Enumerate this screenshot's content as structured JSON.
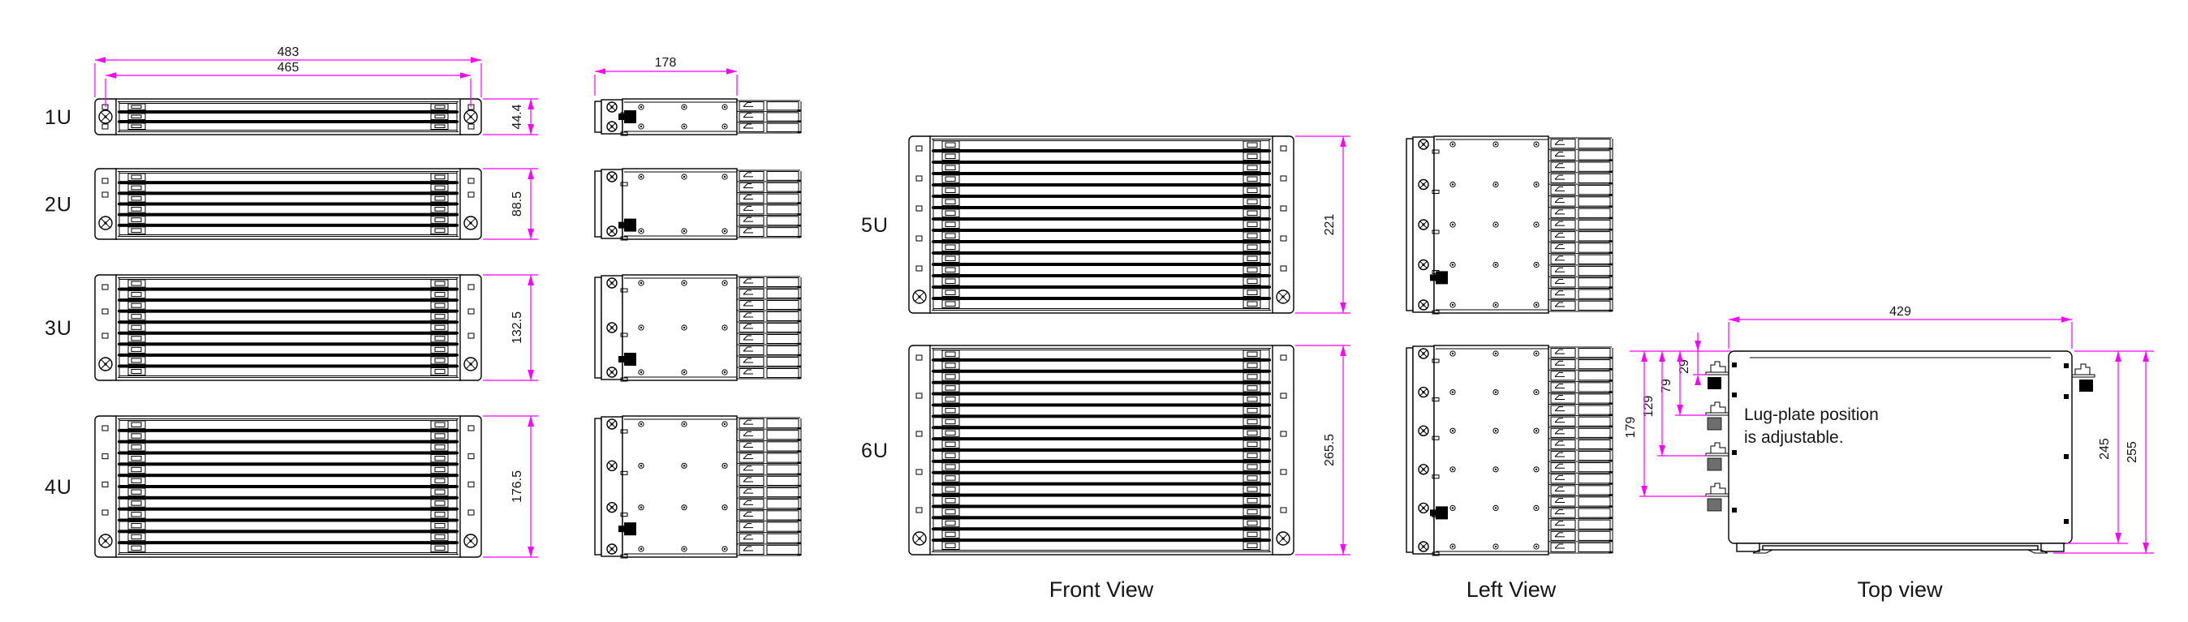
{
  "drawing": {
    "background": "#ffffff",
    "line_color": "#000000",
    "dimension_color": "#ff00ff"
  },
  "units": [
    {
      "label": "1U",
      "height_dim": "44.4",
      "tray_rows": 3
    },
    {
      "label": "2U",
      "height_dim": "88.5",
      "tray_rows": 6
    },
    {
      "label": "3U",
      "height_dim": "132.5",
      "tray_rows": 9
    },
    {
      "label": "4U",
      "height_dim": "176.5",
      "tray_rows": 12
    },
    {
      "label": "5U",
      "height_dim": "221",
      "tray_rows": 15
    },
    {
      "label": "6U",
      "height_dim": "265.5",
      "tray_rows": 18
    }
  ],
  "dimensions": {
    "front_width_outer": "483",
    "front_width_mounting": "465",
    "side_depth": "178",
    "top_width": "429",
    "lug_positions": [
      "29",
      "79",
      "129",
      "179"
    ],
    "top_depth_body": "245",
    "top_depth_overall": "255"
  },
  "view_labels": {
    "front": "Front View",
    "left": "Left View",
    "top": "Top view"
  },
  "note": {
    "line1": "Lug-plate position",
    "line2": "is adjustable."
  }
}
